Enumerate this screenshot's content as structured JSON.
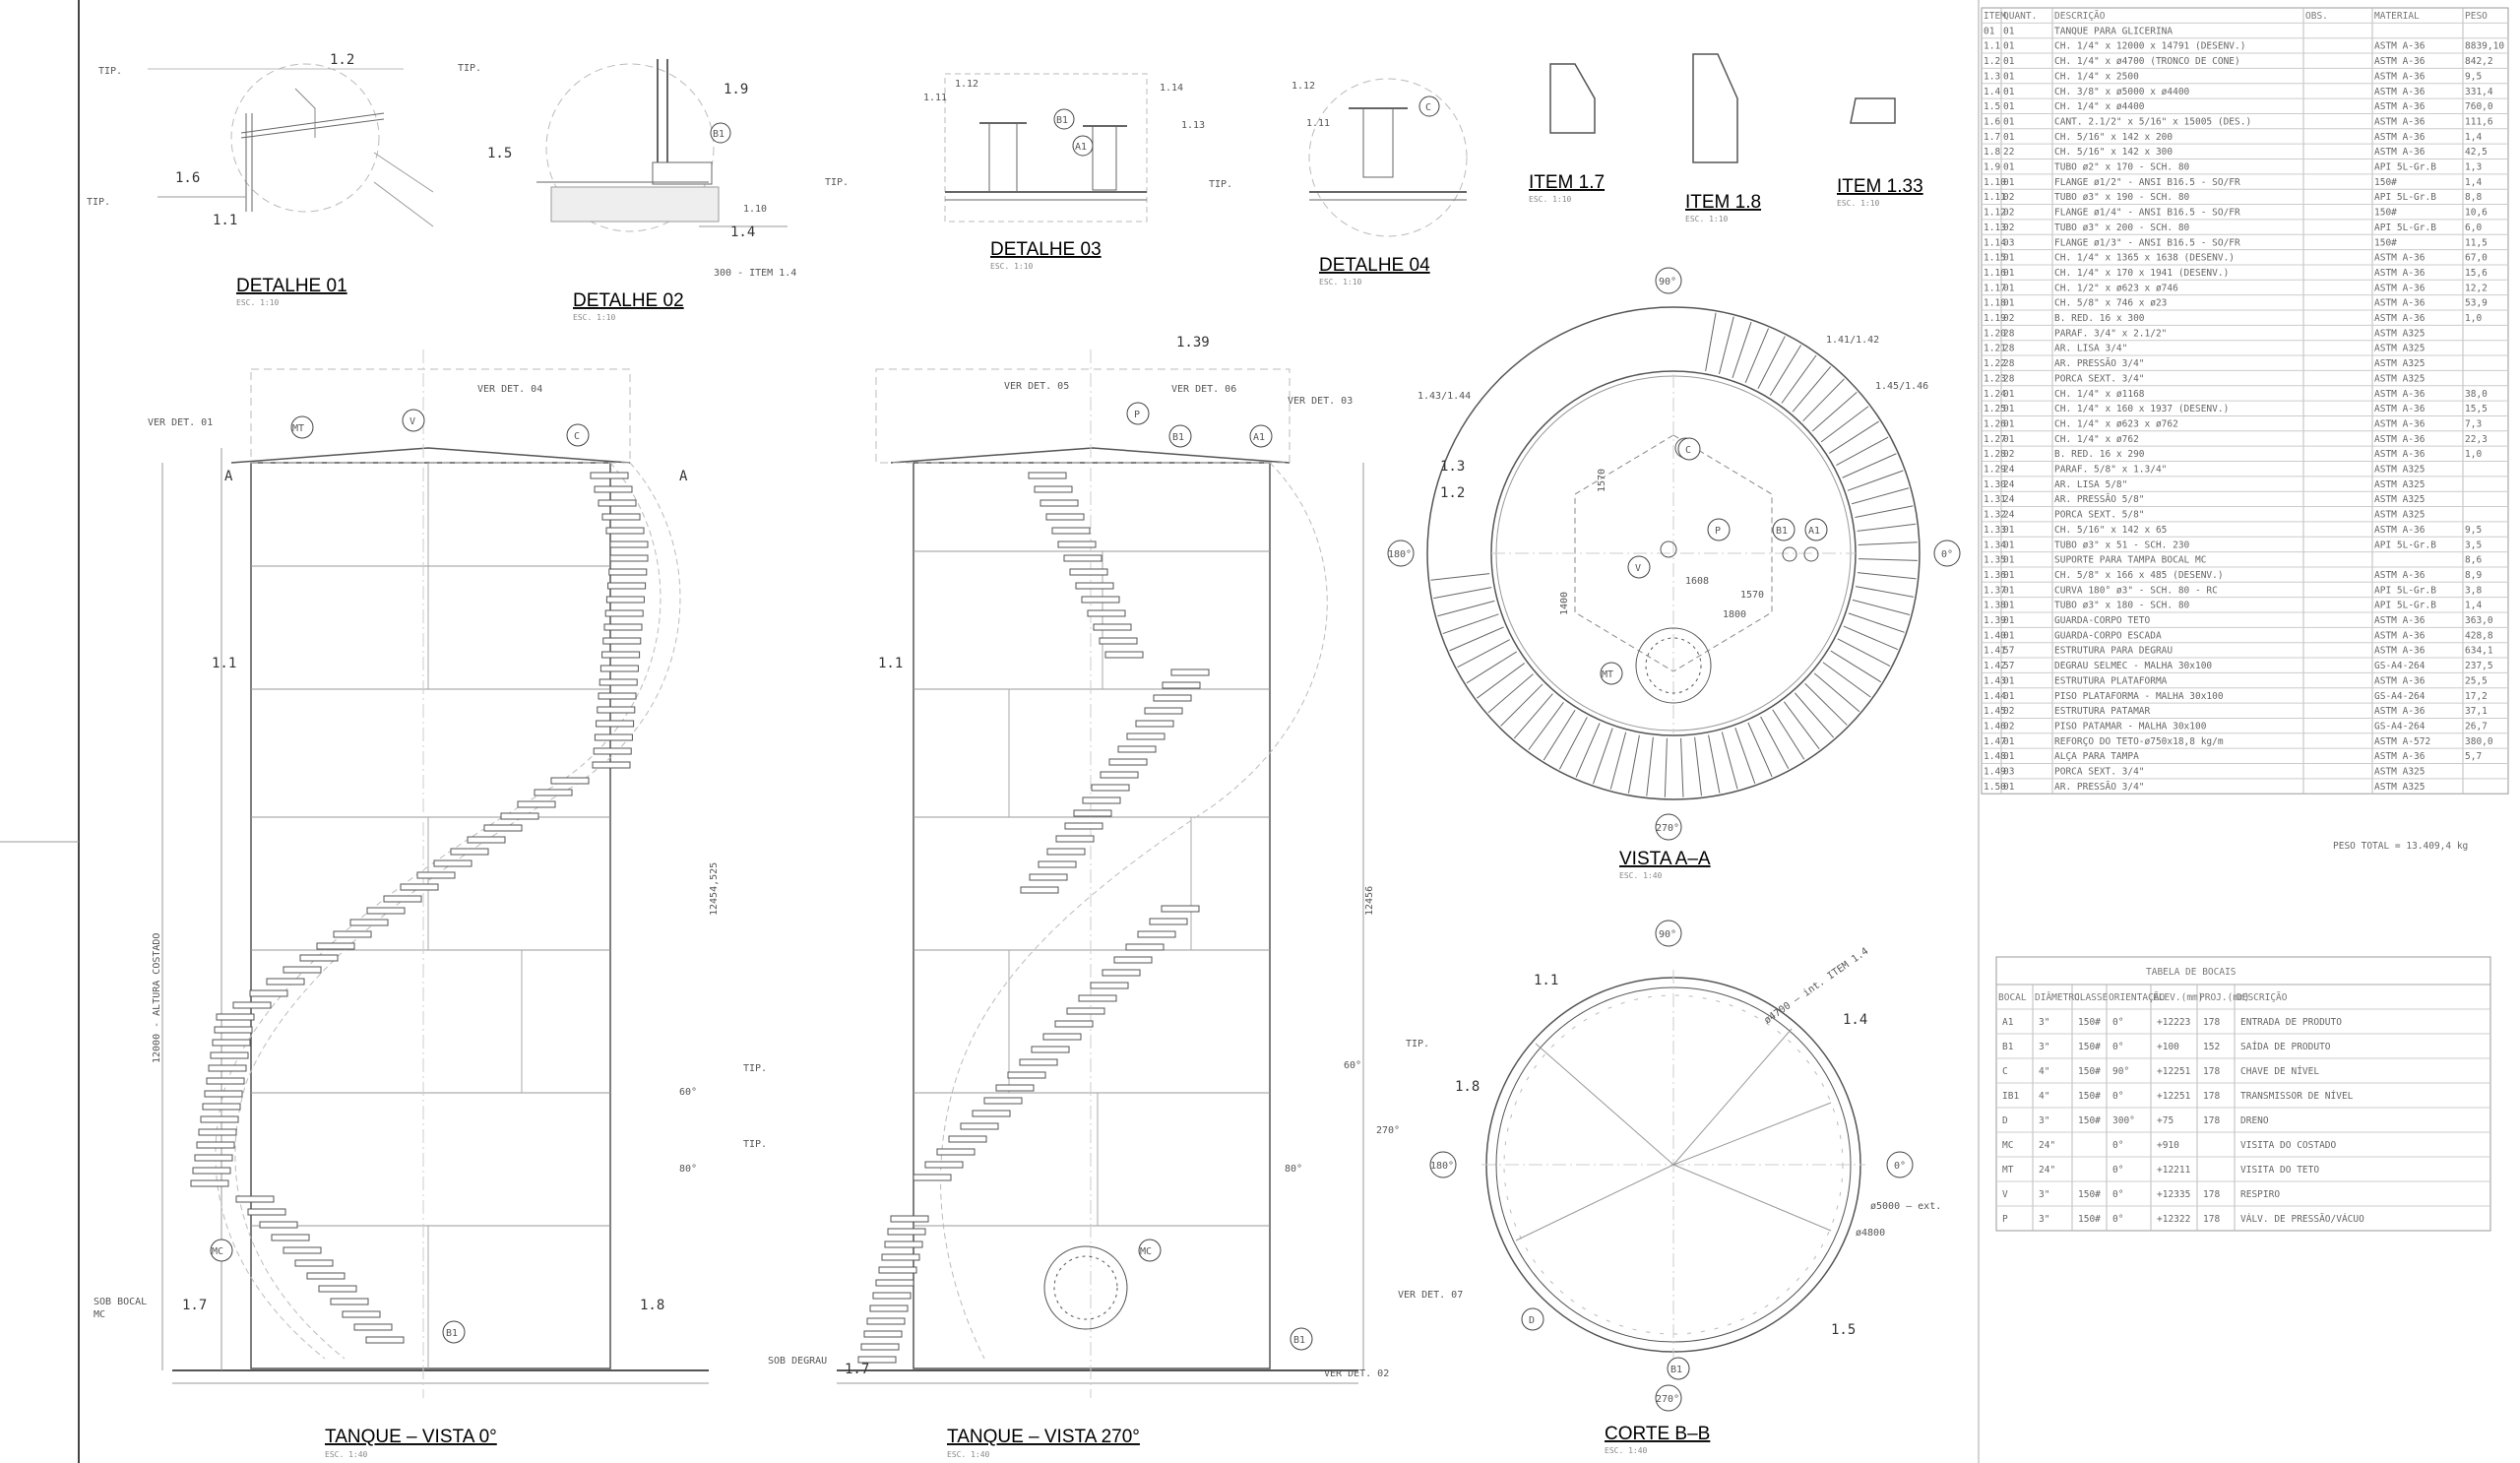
{
  "views": {
    "detalhe_01": {
      "title": "DETALHE 01",
      "scale": "ESC. 1:10"
    },
    "detalhe_02": {
      "title": "DETALHE 02",
      "scale": "ESC. 1:10"
    },
    "detalhe_03": {
      "title": "DETALHE 03",
      "scale": "ESC. 1:10"
    },
    "detalhe_04": {
      "title": "DETALHE 04",
      "scale": "ESC. 1:10"
    },
    "item_1_7": {
      "title": "ITEM 1.7",
      "scale": "ESC. 1:10"
    },
    "item_1_8": {
      "title": "ITEM 1.8",
      "scale": "ESC. 1:10"
    },
    "item_1_33": {
      "title": "ITEM 1.33",
      "scale": "ESC. 1:10"
    },
    "tanque_0": {
      "title": "TANQUE – VISTA 0°",
      "scale": "ESC. 1:40"
    },
    "tanque_270": {
      "title": "TANQUE – VISTA 270°",
      "scale": "ESC. 1:40"
    },
    "vista_aa": {
      "title": "VISTA A–A",
      "scale": "ESC. 1:40"
    },
    "corte_bb": {
      "title": "CORTE B–B",
      "scale": "ESC. 1:40"
    }
  },
  "callouts": {
    "tip": "TIP.",
    "c12": "1.2",
    "c19": "1.9",
    "c15": "1.5",
    "c16": "1.6",
    "c11": "1.1",
    "c110": "1.10",
    "c14": "1.4",
    "c112": "1.12",
    "c111": "1.11",
    "c114": "1.14",
    "c113": "1.13",
    "c139": "1.39",
    "c17": "1.7",
    "c18": "1.8",
    "c13": "1.3",
    "c14142": "1.41/1.42",
    "c14143": "1.43/1.44",
    "c14546": "1.45/1.46",
    "ver_det_01": "VER DET. 01",
    "ver_det_04": "VER DET. 04",
    "ver_det_05": "VER DET. 05",
    "ver_det_06": "VER DET. 06",
    "ver_det_03": "VER DET. 03",
    "ver_det_02": "VER DET. 02",
    "ver_det_07": "VER DET. 07",
    "sob_bocal": "SOB BOCAL",
    "mc": "MC",
    "sob_degrau": "SOB DEGRAU",
    "h_costado": "12000 - ALTURA COSTADO",
    "h_total": "12454,525",
    "h_total2": "12456",
    "a_left": "A",
    "a_right": "A",
    "d300": "300 - ITEM 1.4",
    "d1570": "1570",
    "d1400": "1400",
    "d1800": "1800",
    "d1608": "1608",
    "dim_5000": "ø5000 – ext.",
    "dim_4800": "ø4800",
    "dim_4700": "ø4700 – int. ITEM 1.4",
    "ang0": "0°",
    "ang90": "90°",
    "ang180": "180°",
    "ang270": "270°",
    "ang60": "60°",
    "ang80": "80°"
  },
  "nozzle_tags": {
    "mt": "MT",
    "v": "V",
    "c": "C",
    "p": "P",
    "b1": "B1",
    "a1": "A1",
    "mc": "MC",
    "d": "D"
  },
  "bom": {
    "headers": [
      "ITEM",
      "QUANT.",
      "DESCRIÇÃO",
      "OBS.",
      "MATERIAL",
      "PESO"
    ],
    "rows": [
      [
        "01",
        "01",
        "TANQUE PARA GLICERINA",
        "",
        "",
        ""
      ],
      [
        "1.1",
        "01",
        "CH. 1/4\" x 12000 x 14791 (DESENV.)",
        "",
        "ASTM A-36",
        "8839,10"
      ],
      [
        "1.2",
        "01",
        "CH. 1/4\" x ø4700 (TRONCO DE CONE)",
        "",
        "ASTM A-36",
        "842,2"
      ],
      [
        "1.3",
        "01",
        "CH. 1/4\" x 2500",
        "",
        "ASTM A-36",
        "9,5"
      ],
      [
        "1.4",
        "01",
        "CH. 3/8\" x ø5000 x ø4400",
        "",
        "ASTM A-36",
        "331,4"
      ],
      [
        "1.5",
        "01",
        "CH. 1/4\" x ø4400",
        "",
        "ASTM A-36",
        "760,0"
      ],
      [
        "1.6",
        "01",
        "CANT. 2.1/2\" x 5/16\" x 15005 (DES.)",
        "",
        "ASTM A-36",
        "111,6"
      ],
      [
        "1.7",
        "01",
        "CH. 5/16\" x 142 x 200",
        "",
        "ASTM A-36",
        "1,4"
      ],
      [
        "1.8",
        "22",
        "CH. 5/16\" x 142 x 300",
        "",
        "ASTM A-36",
        "42,5"
      ],
      [
        "1.9",
        "01",
        "TUBO ø2\" x 170 - SCH. 80",
        "",
        "API 5L-Gr.B",
        "1,3"
      ],
      [
        "1.10",
        "01",
        "FLANGE ø1/2\" - ANSI B16.5 - SO/FR",
        "",
        "150#",
        "1,4"
      ],
      [
        "1.11",
        "02",
        "TUBO ø3\" x 190 - SCH. 80",
        "",
        "API 5L-Gr.B",
        "8,8"
      ],
      [
        "1.12",
        "02",
        "FLANGE ø1/4\" - ANSI B16.5 - SO/FR",
        "",
        "150#",
        "10,6"
      ],
      [
        "1.13",
        "02",
        "TUBO ø3\" x 200 - SCH. 80",
        "",
        "API 5L-Gr.B",
        "6,0"
      ],
      [
        "1.14",
        "03",
        "FLANGE ø1/3\" - ANSI B16.5 - SO/FR",
        "",
        "150#",
        "11,5"
      ],
      [
        "1.15",
        "01",
        "CH. 1/4\" x 1365 x 1638 (DESENV.)",
        "",
        "ASTM A-36",
        "67,0"
      ],
      [
        "1.16",
        "01",
        "CH. 1/4\" x 170 x 1941 (DESENV.)",
        "",
        "ASTM A-36",
        "15,6"
      ],
      [
        "1.17",
        "01",
        "CH. 1/2\" x ø623 x ø746",
        "",
        "ASTM A-36",
        "12,2"
      ],
      [
        "1.18",
        "01",
        "CH. 5/8\" x 746 x ø23",
        "",
        "ASTM A-36",
        "53,9"
      ],
      [
        "1.19",
        "02",
        "B. RED. 16 x 300",
        "",
        "ASTM A-36",
        "1,0"
      ],
      [
        "1.20",
        "28",
        "PARAF. 3/4\" x 2.1/2\"",
        "",
        "ASTM A325",
        ""
      ],
      [
        "1.21",
        "28",
        "AR. LISA 3/4\"",
        "",
        "ASTM A325",
        ""
      ],
      [
        "1.22",
        "28",
        "AR. PRESSÃO 3/4\"",
        "",
        "ASTM A325",
        ""
      ],
      [
        "1.23",
        "28",
        "PORCA SEXT. 3/4\"",
        "",
        "ASTM A325",
        ""
      ],
      [
        "1.24",
        "01",
        "CH. 1/4\" x ø1168",
        "",
        "ASTM A-36",
        "38,0"
      ],
      [
        "1.25",
        "01",
        "CH. 1/4\" x 160 x 1937 (DESENV.)",
        "",
        "ASTM A-36",
        "15,5"
      ],
      [
        "1.26",
        "01",
        "CH. 1/4\" x ø623 x ø762",
        "",
        "ASTM A-36",
        "7,3"
      ],
      [
        "1.27",
        "01",
        "CH. 1/4\" x ø762",
        "",
        "ASTM A-36",
        "22,3"
      ],
      [
        "1.28",
        "02",
        "B. RED. 16 x 290",
        "",
        "ASTM A-36",
        "1,0"
      ],
      [
        "1.29",
        "24",
        "PARAF. 5/8\" x 1.3/4\"",
        "",
        "ASTM A325",
        ""
      ],
      [
        "1.30",
        "24",
        "AR. LISA 5/8\"",
        "",
        "ASTM A325",
        ""
      ],
      [
        "1.31",
        "24",
        "AR. PRESSÃO 5/8\"",
        "",
        "ASTM A325",
        ""
      ],
      [
        "1.32",
        "24",
        "PORCA SEXT. 5/8\"",
        "",
        "ASTM A325",
        ""
      ],
      [
        "1.33",
        "01",
        "CH. 5/16\" x 142 x 65",
        "",
        "ASTM A-36",
        "9,5"
      ],
      [
        "1.34",
        "01",
        "TUBO ø3\" x 51 - SCH. 230",
        "",
        "API 5L-Gr.B",
        "3,5"
      ],
      [
        "1.35",
        "01",
        "SUPORTE PARA TAMPA BOCAL MC",
        "",
        "",
        "8,6"
      ],
      [
        "1.36",
        "01",
        "CH. 5/8\" x 166 x 485 (DESENV.)",
        "",
        "ASTM A-36",
        "8,9"
      ],
      [
        "1.37",
        "01",
        "CURVA 180° ø3\" - SCH. 80 - RC",
        "",
        "API 5L-Gr.B",
        "3,8"
      ],
      [
        "1.38",
        "01",
        "TUBO ø3\" x 180 - SCH. 80",
        "",
        "API 5L-Gr.B",
        "1,4"
      ],
      [
        "1.39",
        "01",
        "GUARDA-CORPO TETO",
        "",
        "ASTM A-36",
        "363,0"
      ],
      [
        "1.40",
        "01",
        "GUARDA-CORPO ESCADA",
        "",
        "ASTM A-36",
        "428,8"
      ],
      [
        "1.41",
        "57",
        "ESTRUTURA PARA DEGRAU",
        "",
        "ASTM A-36",
        "634,1"
      ],
      [
        "1.42",
        "57",
        "DEGRAU SELMEC - MALHA 30x100",
        "",
        "GS-A4-264",
        "237,5"
      ],
      [
        "1.43",
        "01",
        "ESTRUTURA PLATAFORMA",
        "",
        "ASTM A-36",
        "25,5"
      ],
      [
        "1.44",
        "01",
        "PISO PLATAFORMA - MALHA 30x100",
        "",
        "GS-A4-264",
        "17,2"
      ],
      [
        "1.45",
        "02",
        "ESTRUTURA PATAMAR",
        "",
        "ASTM A-36",
        "37,1"
      ],
      [
        "1.46",
        "02",
        "PISO PATAMAR - MALHA 30x100",
        "",
        "GS-A4-264",
        "26,7"
      ],
      [
        "1.47",
        "01",
        "REFORÇO DO TETO-ø750x18,8 kg/m",
        "",
        "ASTM A-572",
        "380,0"
      ],
      [
        "1.48",
        "01",
        "ALÇA PARA TAMPA",
        "",
        "ASTM A-36",
        "5,7"
      ],
      [
        "1.49",
        "03",
        "PORCA SEXT. 3/4\"",
        "",
        "ASTM A325",
        ""
      ],
      [
        "1.50",
        "01",
        "AR. PRESSÃO 3/4\"",
        "",
        "ASTM A325",
        ""
      ]
    ],
    "total": "PESO TOTAL = 13.409,4 kg"
  },
  "nozzles": {
    "title": "TABELA DE BOCAIS",
    "headers": [
      "BOCAL",
      "DIÂMETRO",
      "CLASSE",
      "ORIENTAÇÃO",
      "ELEV.(mm)",
      "PROJ.(mm)",
      "DESCRIÇÃO"
    ],
    "rows": [
      [
        "A1",
        "3\"",
        "150#",
        "0°",
        "+12223",
        "178",
        "ENTRADA DE PRODUTO"
      ],
      [
        "B1",
        "3\"",
        "150#",
        "0°",
        "+100",
        "152",
        "SAÍDA DE PRODUTO"
      ],
      [
        "C",
        "4\"",
        "150#",
        "90°",
        "+12251",
        "178",
        "CHAVE DE NÍVEL"
      ],
      [
        "IB1",
        "4\"",
        "150#",
        "0°",
        "+12251",
        "178",
        "TRANSMISSOR DE NÍVEL"
      ],
      [
        "D",
        "3\"",
        "150#",
        "300°",
        "+75",
        "178",
        "DRENO"
      ],
      [
        "MC",
        "24\"",
        "",
        "0°",
        "+910",
        "",
        "VISITA DO COSTADO"
      ],
      [
        "MT",
        "24\"",
        "",
        "0°",
        "+12211",
        "",
        "VISITA DO TETO"
      ],
      [
        "V",
        "3\"",
        "150#",
        "0°",
        "+12335",
        "178",
        "RESPIRO"
      ],
      [
        "P",
        "3\"",
        "150#",
        "0°",
        "+12322",
        "178",
        "VÁLV. DE PRESSÃO/VÁCUO"
      ]
    ]
  }
}
